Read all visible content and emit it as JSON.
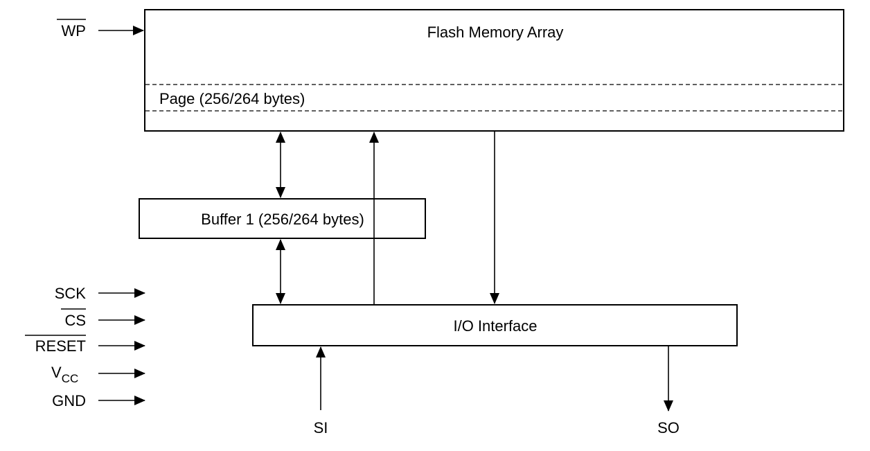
{
  "blocks": {
    "flash": "Flash Memory Array",
    "page": "Page (256/264 bytes)",
    "buffer": "Buffer 1 (256/264 bytes)",
    "io": "I/O Interface"
  },
  "pins": {
    "wp": "WP",
    "sck": "SCK",
    "cs": "CS",
    "reset": "RESET",
    "vcc_main": "V",
    "vcc_sub": "CC",
    "gnd": "GND",
    "si": "SI",
    "so": "SO"
  }
}
